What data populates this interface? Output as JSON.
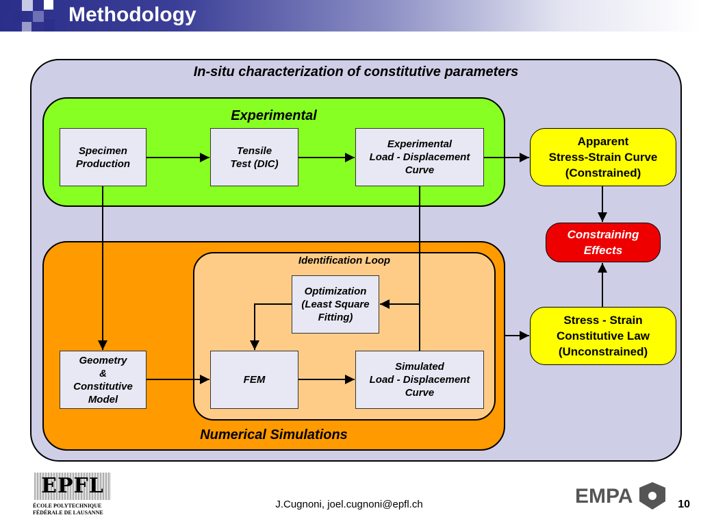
{
  "header": {
    "title": "Methodology"
  },
  "diagram": {
    "main_title": "In-situ characterization of constitutive parameters",
    "experimental": {
      "label": "Experimental",
      "specimen": "Specimen\nProduction",
      "tensile": "Tensile\nTest (DIC)",
      "exp_curve": "Experimental\nLoad - Displacement\nCurve"
    },
    "numerical": {
      "label": "Numerical Simulations",
      "geometry": "Geometry\n&\nConstitutive\nModel",
      "loop_label": "Identification Loop",
      "optimization": "Optimization\n(Least Square\nFitting)",
      "fem": "FEM",
      "sim_curve": "Simulated\nLoad - Displacement\nCurve"
    },
    "apparent": "Apparent\nStress-Strain Curve\n(Constrained)",
    "constraining": "Constraining\nEffects",
    "law": "Stress - Strain\nConstitutive Law\n(Unconstrained)"
  },
  "footer": {
    "epfl_logo": "EPFL",
    "epfl_line1": "ÉCOLE POLYTECHNIQUE",
    "epfl_line2": "FÉDÉRALE DE LAUSANNE",
    "contact": "J.Cugnoni, joel.cugnoni@epfl.ch",
    "empa_logo": "EMPA",
    "page_number": "10"
  },
  "colors": {
    "header_blue": "#2b2f8a",
    "outer_bg": "#cecee6",
    "experimental_green": "#88ff22",
    "numerical_orange": "#ff9a00",
    "loop_peach": "#ffcc88",
    "apparent_yellow": "#ffff00",
    "constraining_red": "#ee0000"
  }
}
